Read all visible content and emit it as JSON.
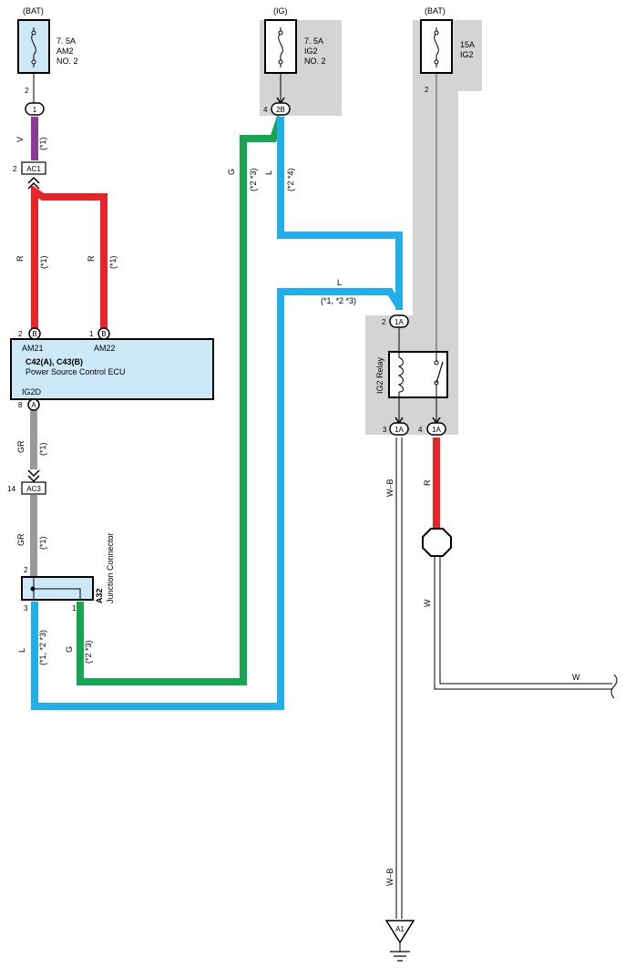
{
  "fuses": {
    "am2": {
      "source": "(BAT)",
      "rating": "7. 5A",
      "name": "AM2",
      "sub": "NO. 2",
      "pin": "2"
    },
    "ig2_no2": {
      "source": "(IG)",
      "rating": "7. 5A",
      "name": "IG2",
      "sub": "NO. 2",
      "pin": "4"
    },
    "ig2": {
      "source": "(BAT)",
      "rating": "15A",
      "name": "IG2",
      "pin": "2"
    }
  },
  "connectors": {
    "c1": "1",
    "c2b": "2B",
    "ac1": "AC1",
    "ac1_pin": "2",
    "ac3": "AC3",
    "ac3_pin": "14",
    "relay_in": "1A",
    "relay_in_pin": "2",
    "relay_out1": "1A",
    "relay_out1_pin": "3",
    "relay_out2": "1A",
    "relay_out2_pin": "4",
    "ground": "A1"
  },
  "ecu": {
    "code": "C42(A), C43(B)",
    "name": "Power Source Control ECU",
    "pin_am21": "AM21",
    "pin_am22": "AM22",
    "pin_ig2d": "IG2D",
    "am21_no": "2",
    "am22_no": "1",
    "ig2d_no": "8",
    "term_b": "B",
    "term_a": "A"
  },
  "relay": {
    "name": "IG2 Relay"
  },
  "junction": {
    "code": "A32",
    "name": "Junction Connector",
    "pin_in": "2",
    "pin_l": "3",
    "pin_g": "1"
  },
  "wires": {
    "v": "V",
    "v_note": "(*1)",
    "r1": "R",
    "r1_note": "(*1)",
    "r2": "R",
    "r2_note": "(*1)",
    "gr1": "GR",
    "gr1_note": "(*1)",
    "gr2": "GR",
    "gr2_note": "(*1)",
    "g_top": "G",
    "g_top_note": "(*2 *3)",
    "l_top": "L",
    "l_top_note": "(*2 *4)",
    "l_mid": "L",
    "l_mid_note": "(*1, *2 *3)",
    "l_jc": "L",
    "l_jc_note": "(*1, *2 *3)",
    "g_jc": "G",
    "g_jc_note": "(*2 *3)",
    "wb1": "W–B",
    "wb2": "W–B",
    "r_out": "R",
    "w_out": "W",
    "w_h": "W"
  },
  "colors": {
    "violet": "#8B3A96",
    "red": "#E8242A",
    "green": "#16A550",
    "blue": "#22AEE8",
    "grey": "#9A9A9A",
    "box_fill": "#CDE9F8",
    "shade": "#D4D4D4"
  }
}
